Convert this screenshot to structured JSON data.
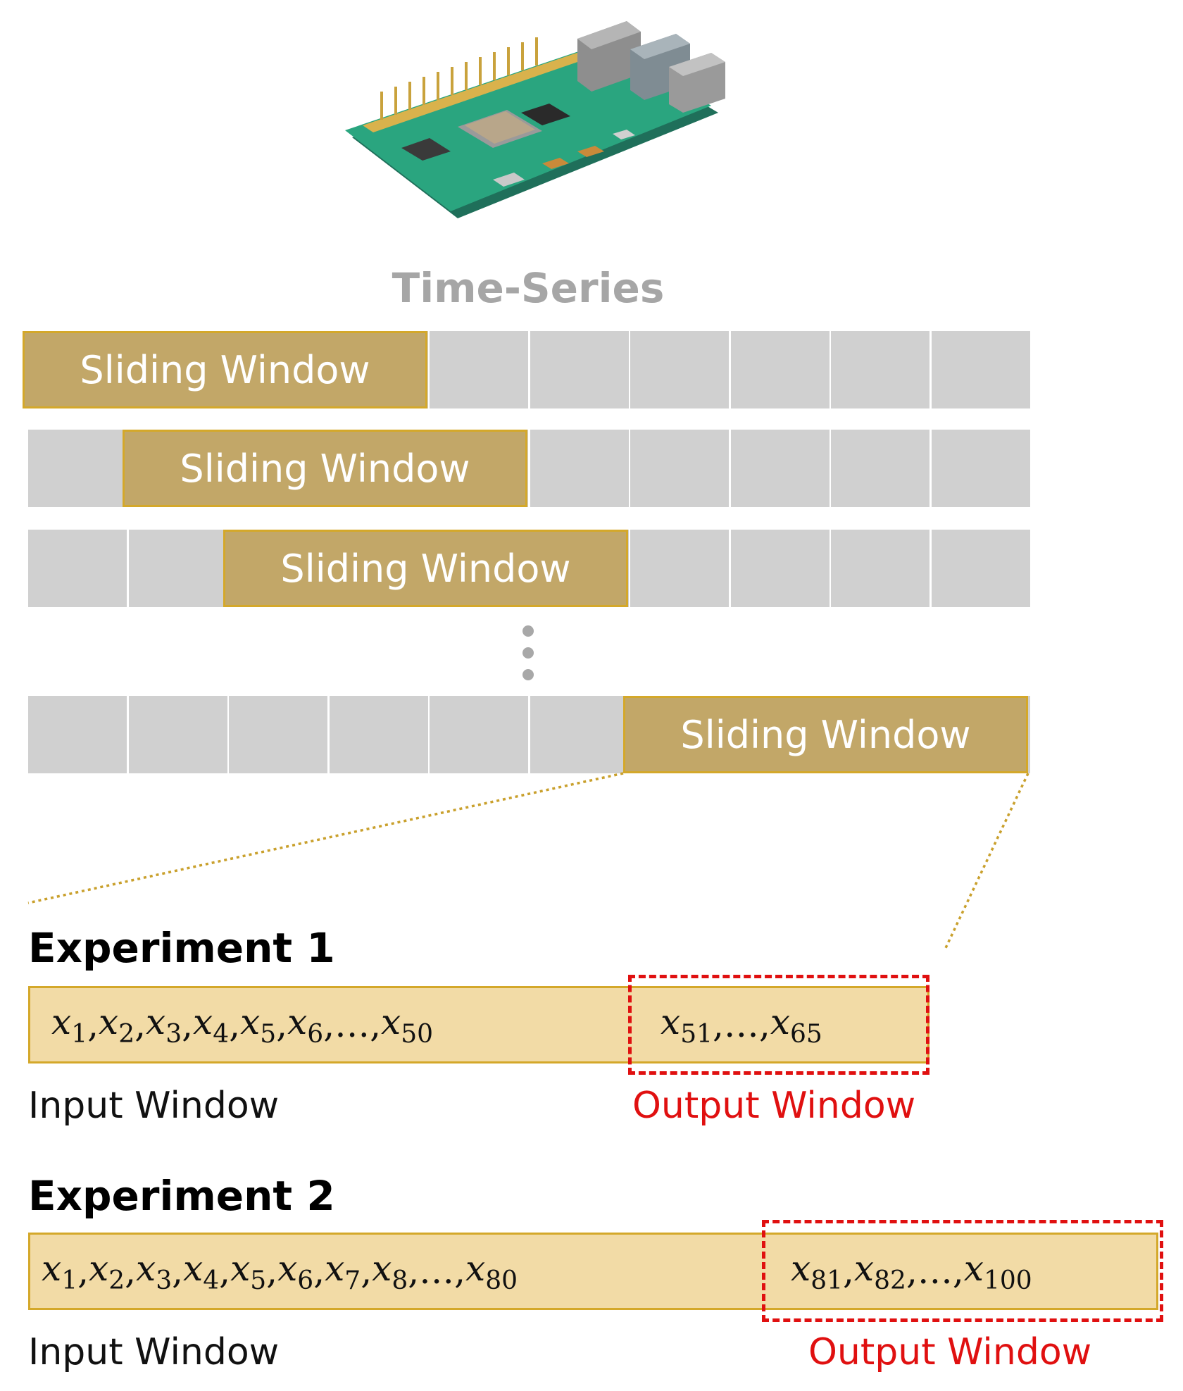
{
  "title": "Time-Series",
  "sliding_window_label": "Sliding Window",
  "device_icon": "raspberry-pi-board-icon",
  "experiments": [
    {
      "title": "Experiment 1",
      "input_sequence": [
        {
          "base": "x",
          "sub": "1"
        },
        {
          "sep": ", "
        },
        {
          "base": "x",
          "sub": "2"
        },
        {
          "sep": ", "
        },
        {
          "base": "x",
          "sub": "3"
        },
        {
          "sep": ", "
        },
        {
          "base": "x",
          "sub": "4"
        },
        {
          "sep": ", "
        },
        {
          "base": "x",
          "sub": "5"
        },
        {
          "sep": ", "
        },
        {
          "base": "x",
          "sub": "6"
        },
        {
          "sep": ", "
        },
        {
          "text": "…"
        },
        {
          "sep": ", "
        },
        {
          "base": "x",
          "sub": "50"
        }
      ],
      "output_sequence": [
        {
          "base": "x",
          "sub": "51"
        },
        {
          "sep": ", "
        },
        {
          "text": "…"
        },
        {
          "sep": ", "
        },
        {
          "base": "x",
          "sub": "65"
        }
      ],
      "input_label": "Input Window",
      "output_label": "Output Window"
    },
    {
      "title": "Experiment 2",
      "input_sequence": [
        {
          "base": "x",
          "sub": "1"
        },
        {
          "sep": ", "
        },
        {
          "base": "x",
          "sub": "2"
        },
        {
          "sep": ", "
        },
        {
          "base": "x",
          "sub": "3"
        },
        {
          "sep": ", "
        },
        {
          "base": "x",
          "sub": "4"
        },
        {
          "sep": ", "
        },
        {
          "base": "x",
          "sub": "5"
        },
        {
          "sep": ", "
        },
        {
          "base": "x",
          "sub": "6"
        },
        {
          "sep": ", "
        },
        {
          "base": "x",
          "sub": "7"
        },
        {
          "sep": ", "
        },
        {
          "base": "x",
          "sub": "8"
        },
        {
          "sep": ", "
        },
        {
          "text": "…"
        },
        {
          "sep": ", "
        },
        {
          "base": "x",
          "sub": "80"
        }
      ],
      "output_sequence": [
        {
          "base": "x",
          "sub": "81"
        },
        {
          "sep": ", "
        },
        {
          "base": "x",
          "sub": "82"
        },
        {
          "sep": ", "
        },
        {
          "text": "…"
        },
        {
          "sep": ", "
        },
        {
          "base": "x",
          "sub": "100"
        }
      ],
      "input_label": "Input Window",
      "output_label": "Output Window"
    }
  ],
  "colors": {
    "cell_gray": "#d0d0d0",
    "window_fill": "#c2a768",
    "window_border": "#d4a82a",
    "bar_fill": "#f2dba6",
    "output_red": "#e01010",
    "title_gray": "#a6a6a6"
  }
}
